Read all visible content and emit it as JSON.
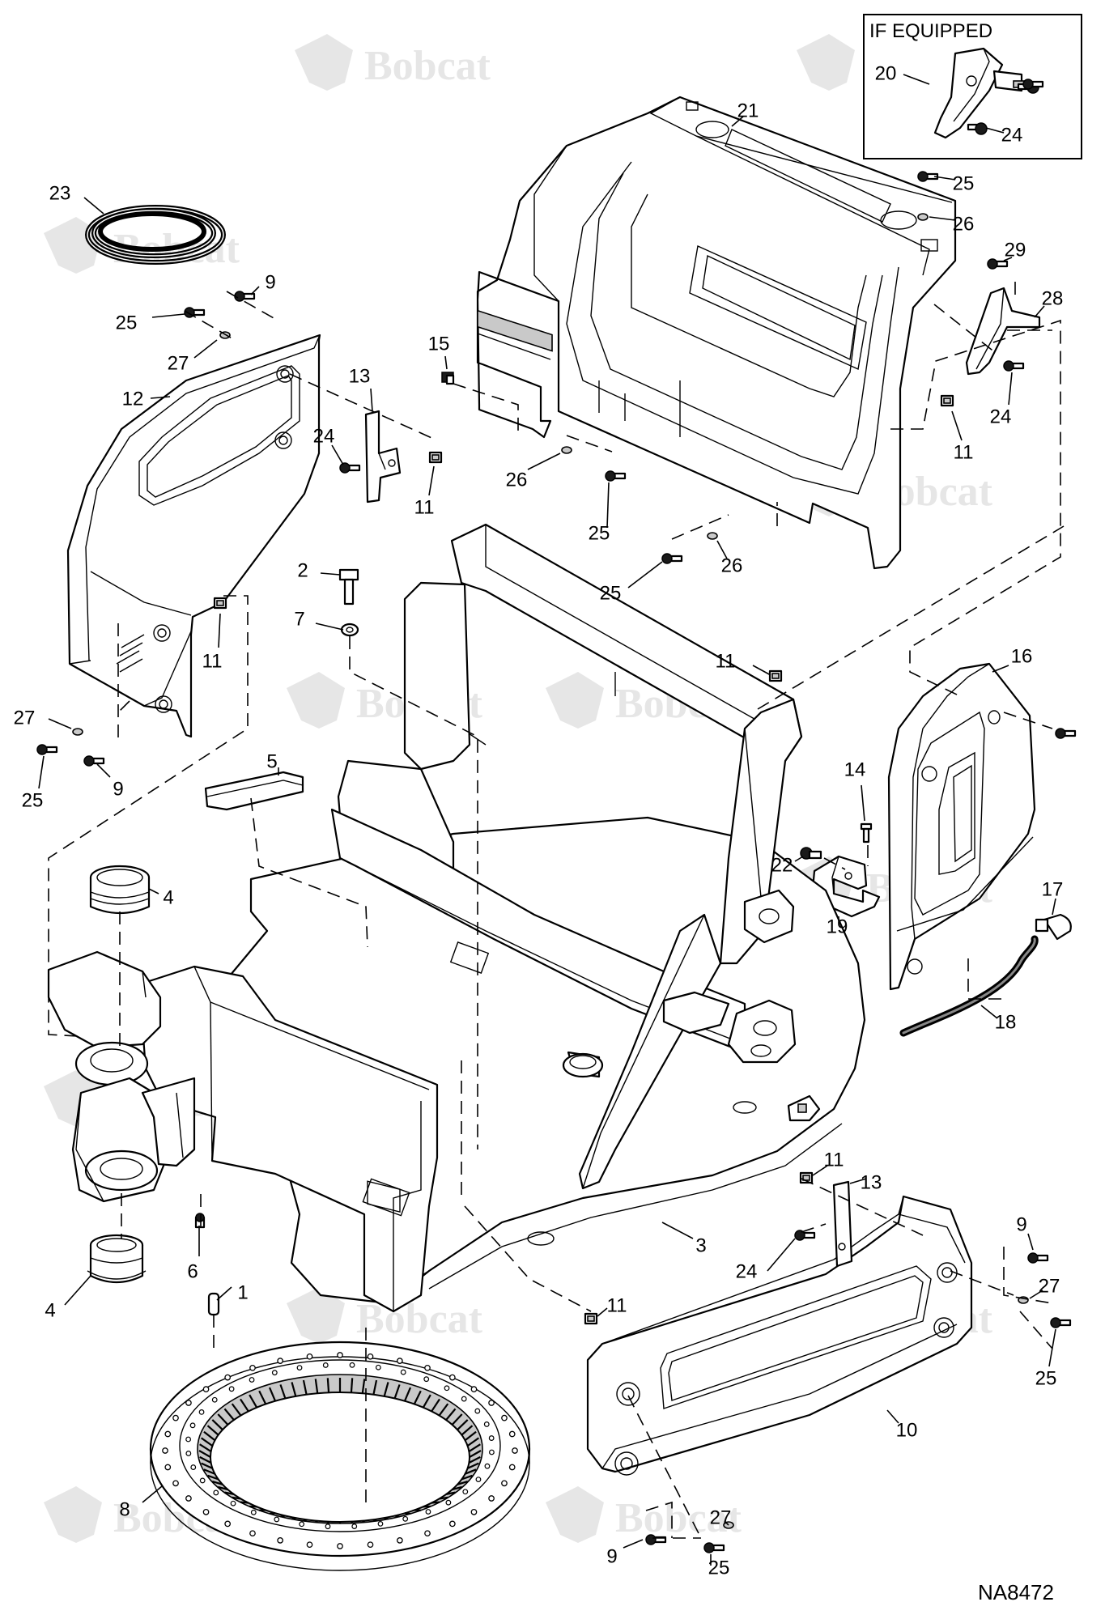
{
  "figure": {
    "drawing_number": "NA8472",
    "inset_label": "IF EQUIPPED",
    "watermark": "Bobcat"
  },
  "callouts": [
    {
      "number": "1"
    },
    {
      "number": "2"
    },
    {
      "number": "3"
    },
    {
      "number": "4"
    },
    {
      "number": "4"
    },
    {
      "number": "5"
    },
    {
      "number": "6"
    },
    {
      "number": "7"
    },
    {
      "number": "8"
    },
    {
      "number": "9"
    },
    {
      "number": "9"
    },
    {
      "number": "9"
    },
    {
      "number": "9"
    },
    {
      "number": "10"
    },
    {
      "number": "11"
    },
    {
      "number": "11"
    },
    {
      "number": "11"
    },
    {
      "number": "11"
    },
    {
      "number": "11"
    },
    {
      "number": "11"
    },
    {
      "number": "12"
    },
    {
      "number": "13"
    },
    {
      "number": "13"
    },
    {
      "number": "14"
    },
    {
      "number": "15"
    },
    {
      "number": "16"
    },
    {
      "number": "17"
    },
    {
      "number": "18"
    },
    {
      "number": "19"
    },
    {
      "number": "20"
    },
    {
      "number": "21"
    },
    {
      "number": "22"
    },
    {
      "number": "23"
    },
    {
      "number": "24"
    },
    {
      "number": "24"
    },
    {
      "number": "24"
    },
    {
      "number": "24"
    },
    {
      "number": "25"
    },
    {
      "number": "25"
    },
    {
      "number": "25"
    },
    {
      "number": "25"
    },
    {
      "number": "25"
    },
    {
      "number": "25"
    },
    {
      "number": "25"
    },
    {
      "number": "26"
    },
    {
      "number": "26"
    },
    {
      "number": "26"
    },
    {
      "number": "27"
    },
    {
      "number": "27"
    },
    {
      "number": "27"
    },
    {
      "number": "27"
    },
    {
      "number": "28"
    },
    {
      "number": "29"
    }
  ]
}
